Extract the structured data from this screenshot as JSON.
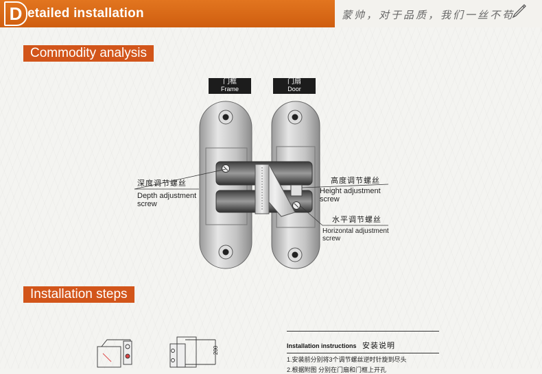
{
  "header": {
    "letter": "D",
    "title": "etailed installation",
    "slogan": "蒙帅，对于品质，我们一丝不苟"
  },
  "sections": {
    "analysis": "Commodity analysis",
    "steps": "Installation steps"
  },
  "tags": {
    "frame_zh": "门框",
    "frame_en": "Frame",
    "door_zh": "门扇",
    "door_en": "Door"
  },
  "callouts": {
    "depth_zh": "深度调节螺丝",
    "depth_en1": "Depth adjustment",
    "depth_en2": "screw",
    "height_zh": "高度调节螺丝",
    "height_en1": "Height adjustment",
    "height_en2": "screw",
    "horizontal_zh": "水平调节螺丝",
    "horizontal_en1": "Horizontal adjustment",
    "horizontal_en2": "screw"
  },
  "instructions": {
    "title_en": "Installation instructions",
    "title_zh": "安装说明",
    "items": [
      "1.安装前分别将3个调节螺丝逆时针旋到尽头",
      "2.根据附图 分别在门扇和门框上开孔"
    ]
  },
  "figure_dimension": "200",
  "colors": {
    "header_orange": "#d8661a",
    "section_orange": "#d2551a",
    "tag_black": "#1c1c1c",
    "hinge_silver": "#c9c9c9"
  }
}
